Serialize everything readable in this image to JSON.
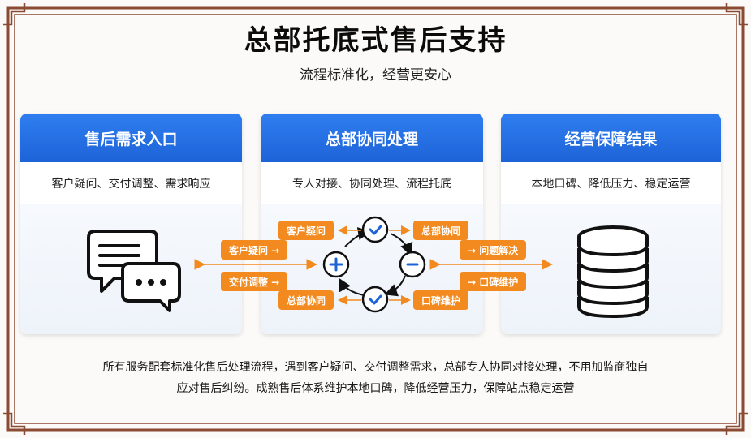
{
  "title": "总部托底式售后支持",
  "subtitle": "流程标准化，经营更安心",
  "cards": [
    {
      "header": "售后需求入口",
      "desc": "客户疑问、交付调整、需求响应",
      "icon": "chat-bubbles-icon"
    },
    {
      "header": "总部协同处理",
      "desc": "专人对接、协同处理、流程托底",
      "icon": "process-cycle-icon"
    },
    {
      "header": "经营保障结果",
      "desc": "本地口碑、降低压力、稳定运营",
      "icon": "database-stack-icon"
    }
  ],
  "flow_in_tags": [
    "客户疑问 →",
    "交付调整 →"
  ],
  "cycle_tags": [
    "客户疑问",
    "总部协同",
    "总部协同",
    "口碑维护"
  ],
  "flow_out_tags": [
    "→ 问题解决",
    "→ 口碑维护"
  ],
  "footer_lines": [
    "所有服务配套标准化售后处理流程，遇到客户疑问、交付调整需求，总部专人协同对接处理，不用加监商独自",
    "应对售后纠纷。成熟售后体系维护本地口碑，降低经营压力，保障站点稳定运营"
  ],
  "colors": {
    "accent_blue": "#1d63d8",
    "tag_orange": "#f28a1f",
    "frame_brown": "#8b4a32"
  }
}
